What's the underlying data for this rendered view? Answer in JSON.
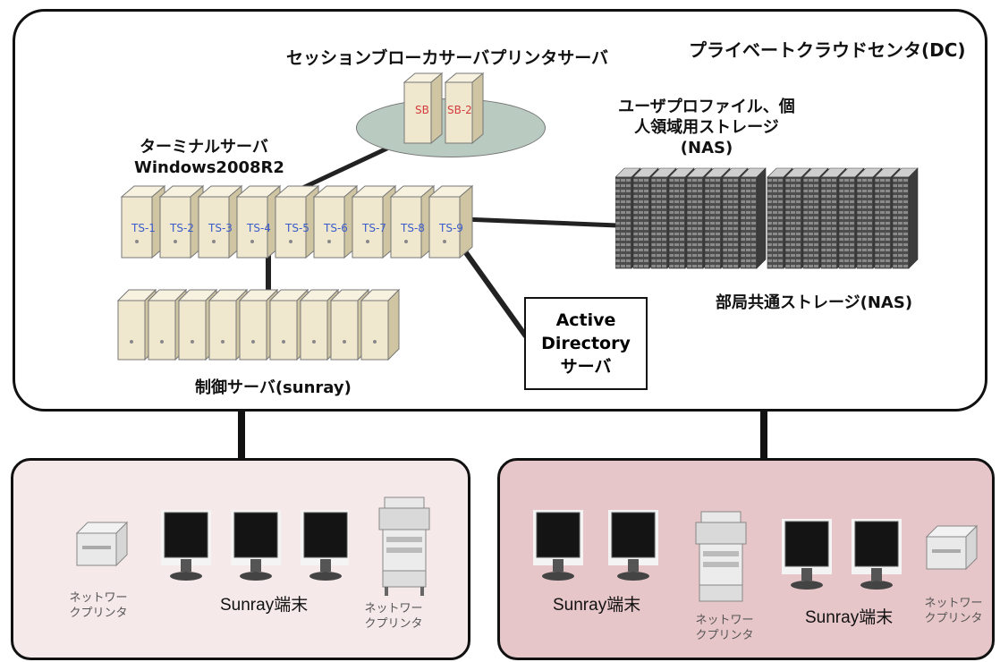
{
  "datacenter": {
    "title": "プライベートクラウドセンタ(DC)",
    "session_broker_label": "セッションブローカサーバプリンタサーバ",
    "session_brokers": [
      "SB",
      "SB-2"
    ],
    "terminal_label_line1": "ターミナルサーバ",
    "terminal_label_line2": "Windows2008R2",
    "terminal_servers": [
      "TS-1",
      "TS-2",
      "TS-3",
      "TS-4",
      "TS-5",
      "TS-6",
      "TS-7",
      "TS-8",
      "TS-9"
    ],
    "user_storage_line1": "ユーザプロファイル、個",
    "user_storage_line2": "人領域用ストレージ",
    "user_storage_line3": "(NAS)",
    "shared_storage_label": "部局共通ストレージ(NAS)",
    "ad_line1": "Active",
    "ad_line2": "Directory",
    "ad_line3": "サーバ",
    "control_server_label": "制御サーバ(sunray)"
  },
  "office_left": {
    "printer1_line1": "ネットワー",
    "printer1_line2": "クプリンタ",
    "terminals_label": "Sunray端末",
    "printer2_line1": "ネットワー",
    "printer2_line2": "クプリンタ"
  },
  "office_right": {
    "terminals_label1": "Sunray端末",
    "printer1_line1": "ネットワー",
    "printer1_line2": "クプリンタ",
    "terminals_label2": "Sunray端末",
    "printer2_line1": "ネットワー",
    "printer2_line2": "クプリンタ"
  },
  "colors": {
    "server_body": "#efe8cf",
    "server_side": "#cfc5a2",
    "ts_label": "#3a5bc9",
    "sb_label": "#d43c3c",
    "ellipse": "#b9cbc1",
    "office_left_bg": "#f6e9e9",
    "office_right_bg": "#e7c6c9"
  }
}
